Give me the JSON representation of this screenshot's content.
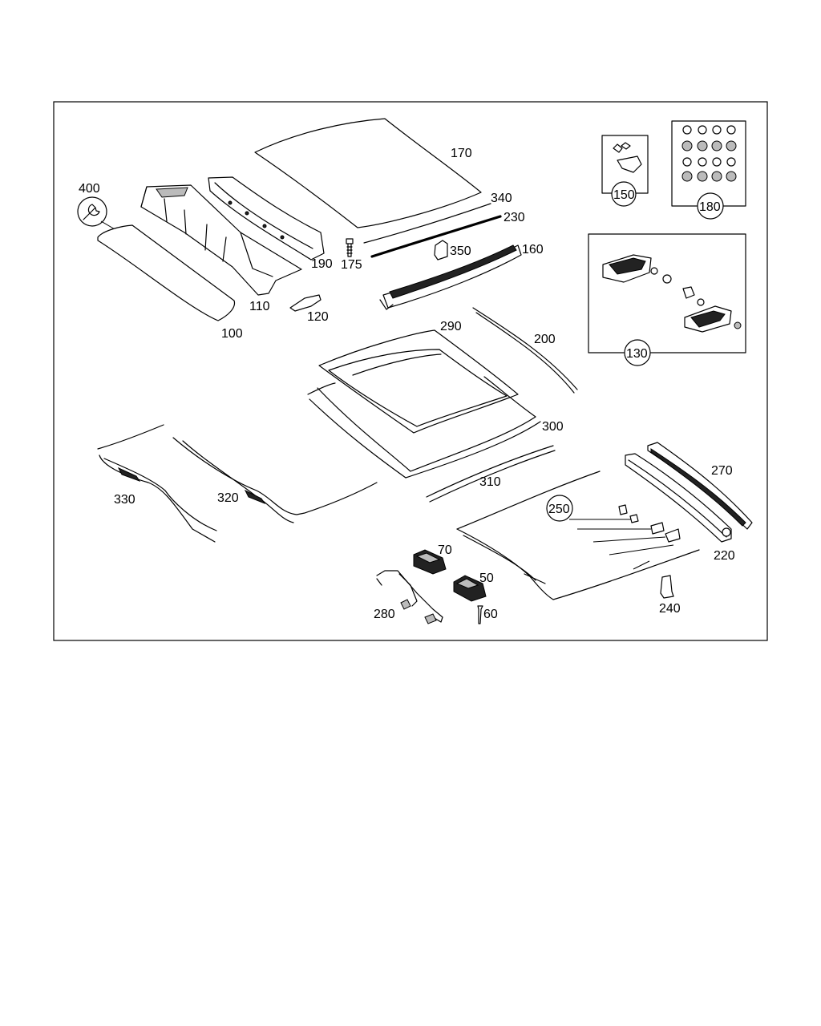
{
  "callouts": {
    "p400": "400",
    "p100": "100",
    "p110": "110",
    "p120": "120",
    "p190": "190",
    "p175": "175",
    "p170": "170",
    "p340": "340",
    "p230": "230",
    "p350": "350",
    "p160": "160",
    "p150": "150",
    "p180": "180",
    "p130": "130",
    "p290": "290",
    "p200": "200",
    "p300": "300",
    "p310": "310",
    "p330": "330",
    "p320": "320",
    "p270": "270",
    "p250": "250",
    "p220": "220",
    "p240": "240",
    "p70": "70",
    "p50": "50",
    "p60": "60",
    "p280": "280"
  },
  "icons": {
    "tool": "wrench-icon"
  }
}
